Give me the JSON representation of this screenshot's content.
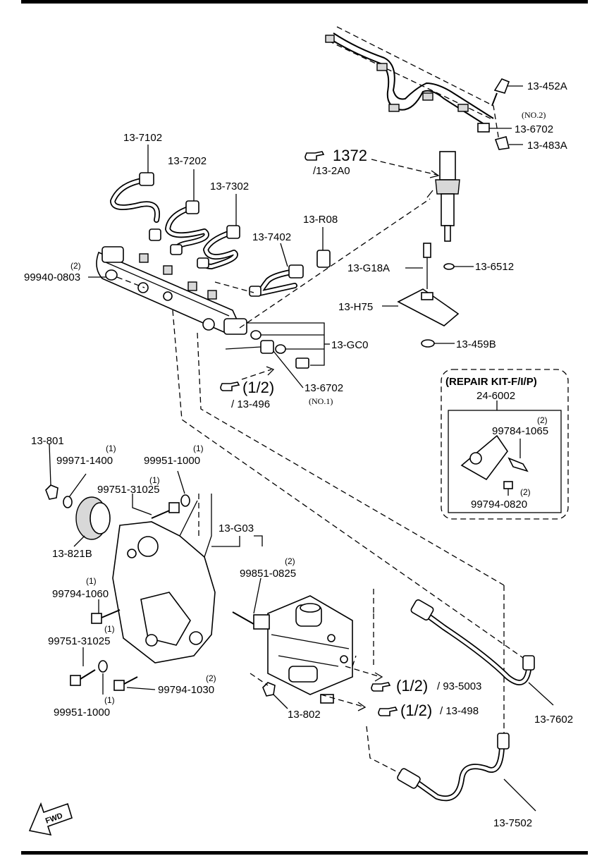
{
  "labels": {
    "p13_452A": "13-452A",
    "no2": "(NO.2)",
    "p13_6702_top": "13-6702",
    "p13_483A": "13-483A",
    "ref_1372": "1372",
    "ref_13_2A0": "/13-2A0",
    "p13_7102": "13-7102",
    "p13_7202": "13-7202",
    "p13_7302": "13-7302",
    "p13_R08": "13-R08",
    "p13_7402": "13-7402",
    "qty_2_99940": "(2)",
    "p99940_0803": "99940-0803",
    "p13_G18A": "13-G18A",
    "p13_6512": "13-6512",
    "p13_H75": "13-H75",
    "p13_GC0": "13-GC0",
    "p13_459B": "13-459B",
    "ref_half_1": "(1/2)",
    "ref_13_496": "/ 13-496",
    "p13_6702_no1": "13-6702",
    "no1": "(NO.1)",
    "kit_title": "(REPAIR KIT-F/I/P)",
    "p24_6002": "24-6002",
    "qty_2_99784": "(2)",
    "p99784_1065": "99784-1065",
    "qty_2_99794k": "(2)",
    "p99794_0820": "99794-0820",
    "p13_801": "13-801",
    "qty_1_99971": "(1)",
    "p99971_1400": "99971-1400",
    "qty_1_99951a": "(1)",
    "p99951_1000a": "99951-1000",
    "qty_1_99751a": "(1)",
    "p99751_31025a": "99751-31025",
    "p13_821B": "13-821B",
    "p13_G03": "13-G03",
    "qty_2_99851": "(2)",
    "p99851_0825": "99851-0825",
    "qty_1_99794": "(1)",
    "p99794_1060": "99794-1060",
    "qty_1_99751b": "(1)",
    "p99751_31025b": "99751-31025",
    "qty_2_99794_1030": "(2)",
    "p99794_1030": "99794-1030",
    "qty_1_99951b": "(1)",
    "p99951_1000b": "99951-1000",
    "ref_half_2": "(1/2)",
    "ref_93_5003": "/ 93-5003",
    "p13_802": "13-802",
    "ref_half_3": "(1/2)",
    "ref_13_498": "/ 13-498",
    "p13_7602": "13-7602",
    "p13_7502": "13-7502",
    "fwd": "FWD"
  },
  "icons": {
    "reference": "pointing-hand-icon",
    "direction": "fwd-arrow-icon"
  }
}
